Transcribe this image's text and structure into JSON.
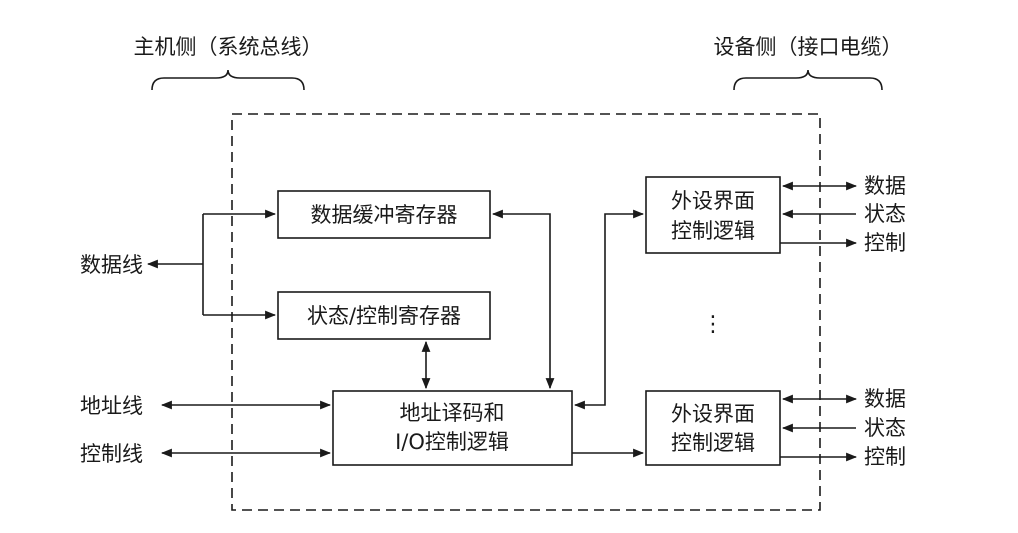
{
  "headers": {
    "host_side": "主机侧（系统总线）",
    "device_side": "设备侧（接口电缆）"
  },
  "blocks": {
    "data_buffer": "数据缓冲寄存器",
    "status_control_register": "状态/控制寄存器",
    "address_decode_line1": "地址译码和",
    "address_decode_line2": "I/O控制逻辑",
    "peripheral_top_line1": "外设界面",
    "peripheral_top_line2": "控制逻辑",
    "peripheral_bottom_line1": "外设界面",
    "peripheral_bottom_line2": "控制逻辑"
  },
  "left_lines": {
    "data_line": "数据线",
    "address_line": "地址线",
    "control_line": "控制线"
  },
  "right_signals_top": {
    "data": "数据",
    "status": "状态",
    "control": "控制"
  },
  "right_signals_bottom": {
    "data": "数据",
    "status": "状态",
    "control": "控制"
  },
  "ellipsis": "⋮"
}
